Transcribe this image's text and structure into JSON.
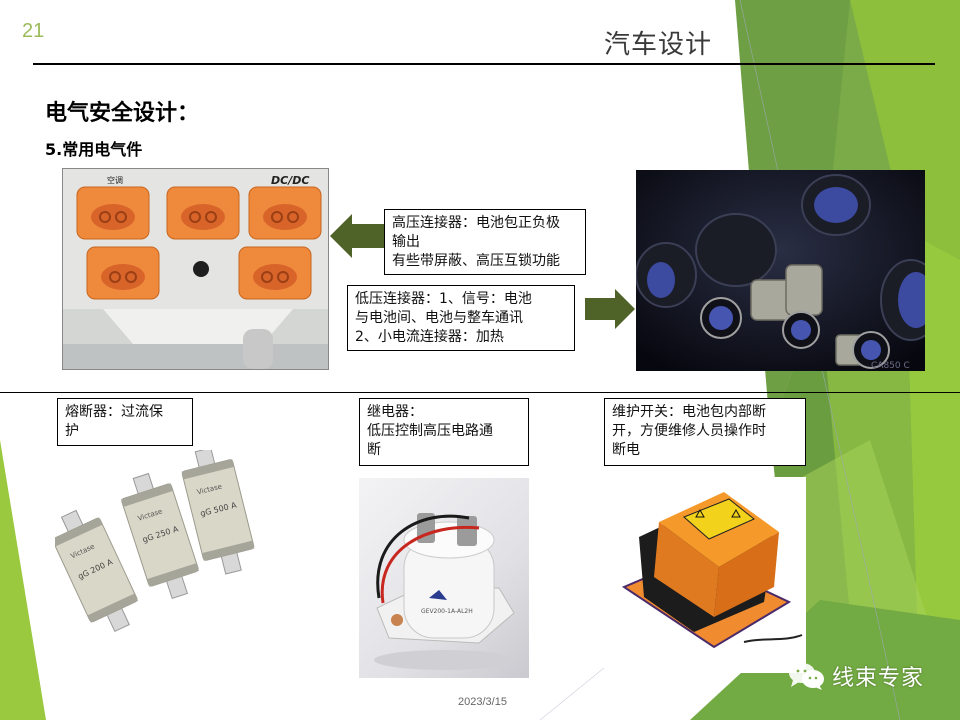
{
  "slide": {
    "number": "21",
    "header": "汽车设计",
    "title": "电气安全设计：",
    "subtitle": "5.常用电气件",
    "date": "2023/3/15"
  },
  "colors": {
    "accent_green": "#9bbb59",
    "dark_green": "#6b9a3e",
    "light_green": "#8fc43e",
    "arrow_fill": "#4f6228",
    "connector_orange": "#f08a3a"
  },
  "callouts": {
    "hv_connector": {
      "lines": [
        "高压连接器：电池包正负极",
        "输出",
        "有些带屏蔽、高压互锁功能"
      ]
    },
    "lv_connector": {
      "lines": [
        "低压连接器：1、信号：电池",
        "与电池间、电池与整车通讯",
        "2、小电流连接器：加热"
      ]
    },
    "fuse": {
      "lines": [
        "熔断器：过流保",
        "护"
      ]
    },
    "relay": {
      "lines": [
        "继电器：",
        "低压控制高压电路通",
        "断"
      ]
    },
    "service_switch": {
      "lines": [
        "维护开关：电池包内部断",
        "开，方便维修人员操作时",
        "断电"
      ]
    }
  },
  "images": {
    "hv_panel": {
      "label_left": "空调",
      "label_right": "DC/DC"
    },
    "lv_connectors": {
      "watermark": "CA850 C"
    },
    "fuses": {
      "brand": "Victase",
      "ratings": [
        "gG 200 A",
        "gG 250 A",
        "gG 500 A"
      ]
    },
    "relay": {
      "model": "GEV200-1A-AL2H"
    }
  },
  "watermark": {
    "icon": "wechat-icon",
    "text": "线束专家"
  }
}
